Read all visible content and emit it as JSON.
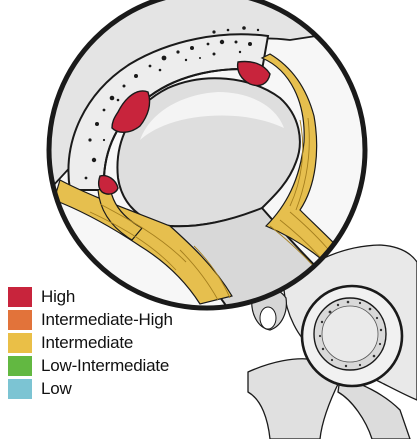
{
  "legend": {
    "items": [
      {
        "label": "High",
        "color": "#c8243c"
      },
      {
        "label": "Intermediate-High",
        "color": "#e2733a"
      },
      {
        "label": "Intermediate",
        "color": "#eabf47"
      },
      {
        "label": "Low-Intermediate",
        "color": "#62b841"
      },
      {
        "label": "Low",
        "color": "#7cc4d3"
      }
    ]
  },
  "colors": {
    "cartilage_high": "#c8243c",
    "ligament": "#e6bf4e",
    "bone": "#e3e3e3",
    "cortex": "#f4f4f4",
    "outline": "#1a1a1a"
  }
}
